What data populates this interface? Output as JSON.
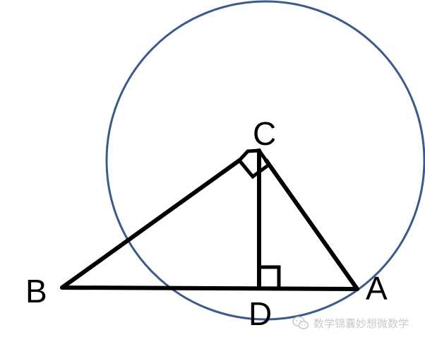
{
  "diagram": {
    "labels": {
      "A": "A",
      "B": "B",
      "C": "C",
      "D": "D"
    },
    "colors": {
      "circle": "#3b5a8c",
      "lines": "#000000",
      "background": "#ffffff",
      "watermark": "#c9c9c9"
    }
  },
  "watermark": {
    "icon": "wechat-icon",
    "text": "数学锦囊妙想微数学"
  }
}
